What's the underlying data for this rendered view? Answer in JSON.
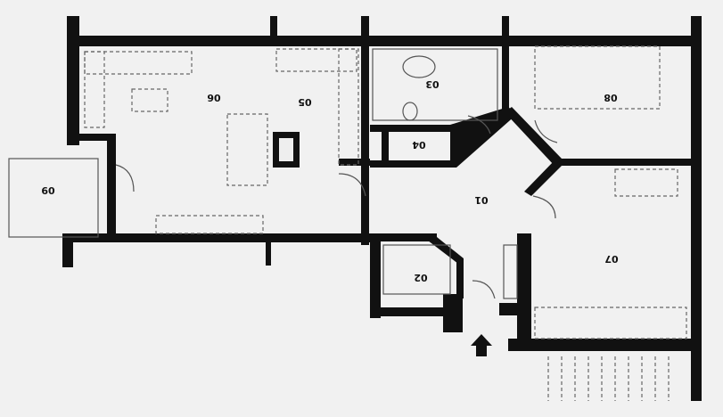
{
  "rooms": [
    {
      "id": "room-01",
      "label": "01"
    },
    {
      "id": "room-02",
      "label": "02"
    },
    {
      "id": "room-03",
      "label": "03"
    },
    {
      "id": "room-04",
      "label": "04"
    },
    {
      "id": "room-05",
      "label": "05"
    },
    {
      "id": "room-06",
      "label": "06"
    },
    {
      "id": "room-07",
      "label": "07"
    },
    {
      "id": "room-08",
      "label": "08"
    },
    {
      "id": "room-09",
      "label": "09"
    }
  ],
  "entrance_icon": "arrow-up-icon",
  "colors": {
    "wall": "#111111",
    "background": "#f1f1f1"
  }
}
